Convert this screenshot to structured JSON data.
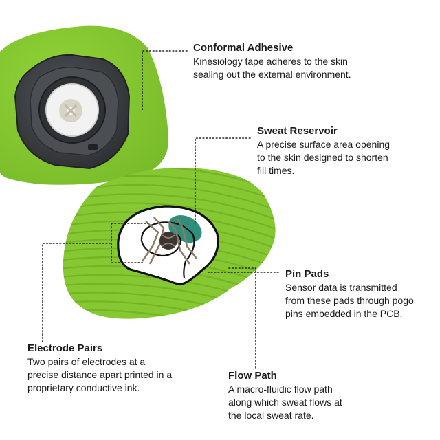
{
  "colors": {
    "patch_green": "#86c831",
    "patch_green_dark": "#6fae24",
    "housing_dark": "#3a3d40",
    "reservoir_teal": "#2f8f7c",
    "text": "#1a1a1a",
    "background": "#ffffff"
  },
  "callouts": {
    "conformal_adhesive": {
      "title": "Conformal Adhesive",
      "body": "Kinesiology tape adheres to the skin\nsealing out the external environment."
    },
    "sweat_reservoir": {
      "title": "Sweat Reservoir",
      "body": "A precise surface area opening\nto the skin designed to shorten\nfill times."
    },
    "pin_pads": {
      "title": "Pin Pads",
      "body": "Sensor data is transmitted\nfrom these pads through pogo\npins embedded in the PCB."
    },
    "electrode_pairs": {
      "title": "Electrode Pairs",
      "body": "Two pairs of electrodes at a\nprecise distance apart printed in a\nproprietary conductive ink."
    },
    "flow_path": {
      "title": "Flow Path",
      "body": "A macro-fluidic flow path\nalong which sweat flows at\nthe local sweat rate."
    }
  }
}
